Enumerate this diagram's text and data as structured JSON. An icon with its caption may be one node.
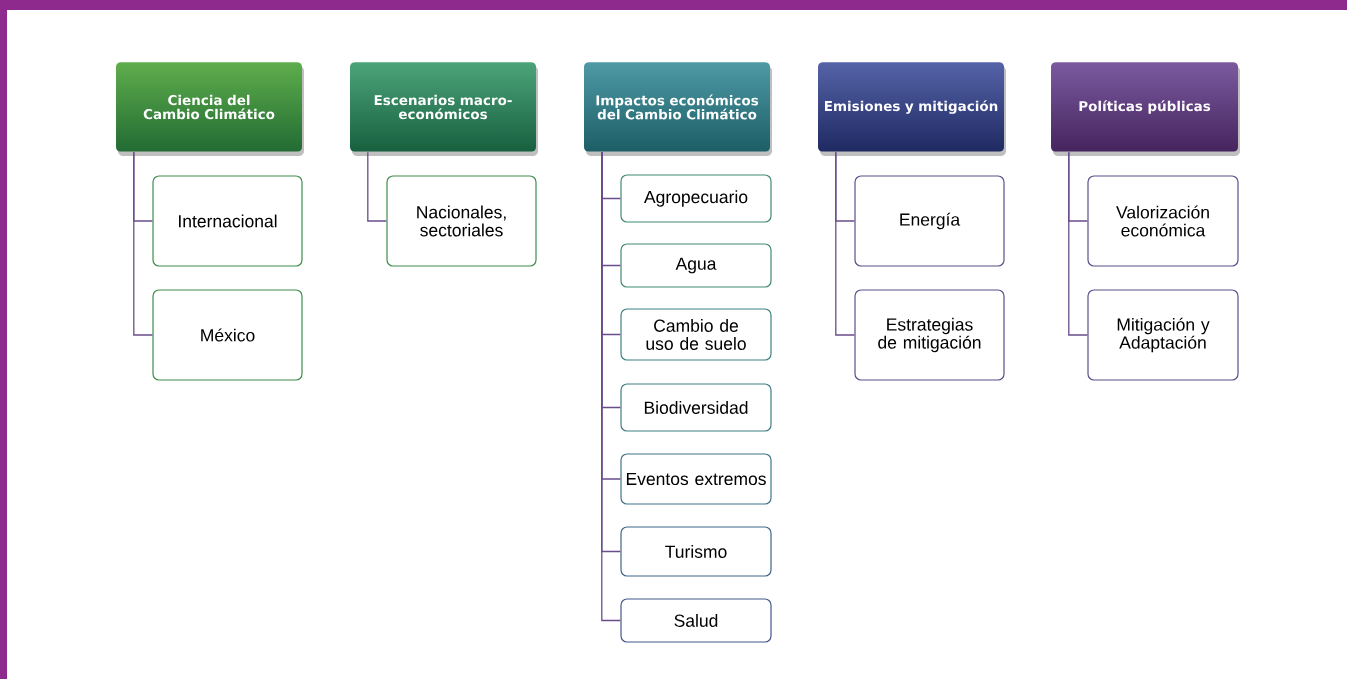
{
  "diagram": {
    "nodes": [
      {
        "text": [
          "Ciencia del Cambio Climático"
        ]
      },
      {
        "text": [
          "Internacional"
        ]
      },
      {
        "text": [
          "México"
        ]
      },
      {
        "text": [
          "Escenarios macro- económicos"
        ]
      },
      {
        "text": [
          "Nacionales, sectoriales"
        ]
      },
      {
        "text": [
          "Impactos económicos del Cambio Climático"
        ]
      },
      {
        "text": [
          "Agropecuario"
        ]
      },
      {
        "text": [
          "Agua"
        ]
      },
      {
        "text": [
          "Cambio de uso de suelo"
        ]
      },
      {
        "text": [
          "Biodiversidad"
        ]
      },
      {
        "text": [
          "Eventos extremos"
        ]
      },
      {
        "text": [
          "Turismo"
        ]
      },
      {
        "text": [
          "Salud"
        ]
      },
      {
        "text": [
          "Emisiones y mitigación"
        ]
      },
      {
        "text": [
          "Energía"
        ]
      },
      {
        "text": [
          "Estrategias de mitigación"
        ]
      },
      {
        "text": [
          "Políticas públicas"
        ]
      },
      {
        "text": [
          "Valorización económica"
        ]
      },
      {
        "text": [
          "Mitigación y Adaptación"
        ]
      }
    ],
    "edges": [
      {
        "from": 0,
        "to": 1,
        "arrow": "none"
      },
      {
        "from": 0,
        "to": 2,
        "arrow": "none"
      },
      {
        "from": 3,
        "to": 4,
        "arrow": "none"
      },
      {
        "from": 5,
        "to": 6,
        "arrow": "none"
      },
      {
        "from": 5,
        "to": 7,
        "arrow": "none"
      },
      {
        "from": 5,
        "to": 8,
        "arrow": "none"
      },
      {
        "from": 5,
        "to": 9,
        "arrow": "none"
      },
      {
        "from": 5,
        "to": 10,
        "arrow": "none"
      },
      {
        "from": 5,
        "to": 11,
        "arrow": "none"
      },
      {
        "from": 5,
        "to": 12,
        "arrow": "none"
      },
      {
        "from": 13,
        "to": 14,
        "arrow": "none"
      },
      {
        "from": 13,
        "to": 15,
        "arrow": "none"
      },
      {
        "from": 16,
        "to": 17,
        "arrow": "none"
      },
      {
        "from": 16,
        "to": 18,
        "arrow": "none"
      }
    ]
  }
}
